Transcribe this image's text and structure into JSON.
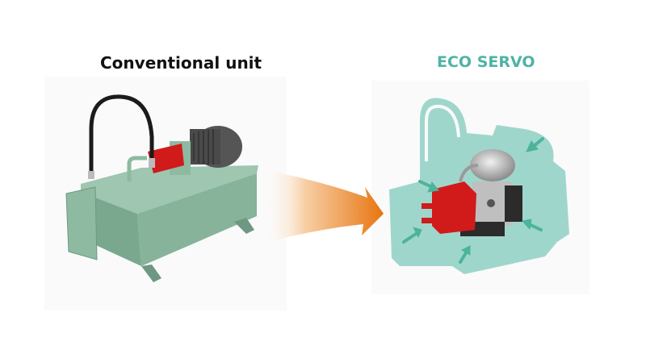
{
  "left_title": "Conventional unit",
  "right_title": "ECO SERVO",
  "colors": {
    "left_title": "#111111",
    "right_title": "#4fb3a5",
    "tank_green": "#88b59c",
    "silhouette_teal": "#9fd6cc",
    "arrow_teal": "#4cb39c",
    "pump_red": "#d11a1a",
    "arrow_orange": "#e87511"
  },
  "illustrations": {
    "left": "conventional-hydraulic-unit",
    "center": "transition-arrow",
    "right": "eco-servo-compact-unit"
  }
}
